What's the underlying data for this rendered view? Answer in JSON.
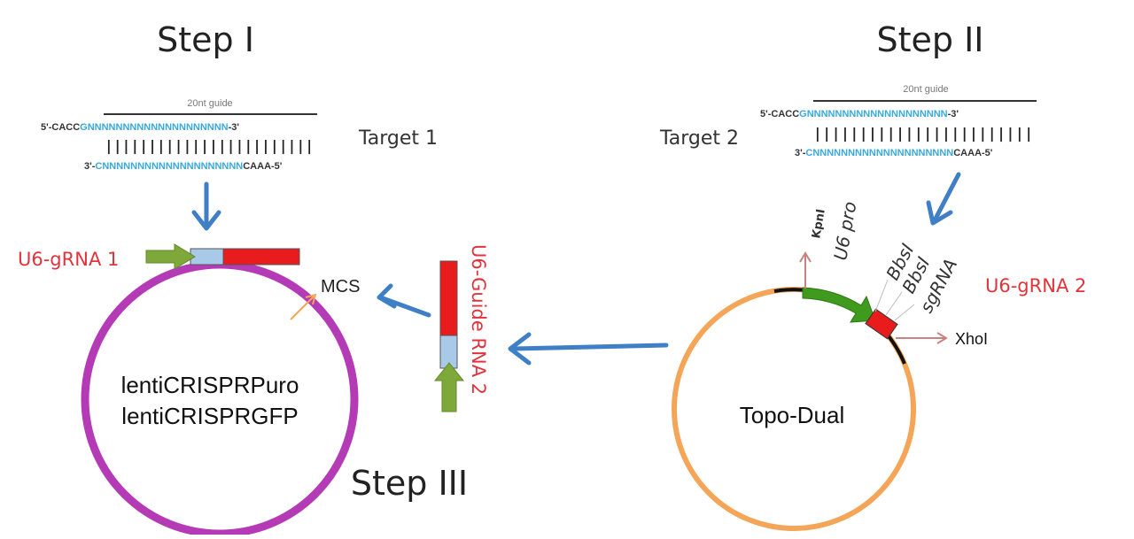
{
  "steps": {
    "step1": "Step I",
    "step2": "Step II",
    "step3": "Step III"
  },
  "left_oligo": {
    "guide_label": "20nt guide",
    "top_prefix": "5'-CACC",
    "top_guide": "GNNNNNNNNNNNNNNNNNNNN",
    "top_suffix": "-3'",
    "bottom_prefix": "3'-",
    "bottom_guide": "CNNNNNNNNNNNNNNNNNNNN",
    "bottom_suffix": "CAAA-5'",
    "pairs": "||||||||||||||||||||||||",
    "target": "Target 1"
  },
  "right_oligo": {
    "guide_label": "20nt guide",
    "top_prefix": "5'-CACC",
    "top_guide": "GNNNNNNNNNNNNNNNNNNNN",
    "top_suffix": "-3'",
    "bottom_prefix": "3'-",
    "bottom_guide": "CNNNNNNNNNNNNNNNNNNNN",
    "bottom_suffix": "CAAA-5'",
    "pairs": "||||||||||||||||||||||||",
    "target": "Target 2"
  },
  "labels": {
    "u6_grna_1": "U6-gRNA 1",
    "u6_grna_2": "U6-gRNA 2",
    "u6_guide_rna_2": "U6-Guide RNA 2",
    "mcs": "MCS",
    "kpni": "KpnI",
    "u6_pro": "U6 pro",
    "bbsi_1": "BbsI",
    "bbsi_2": "BbsI",
    "sgrna": "sgRNA",
    "xhoi": "XhoI"
  },
  "plasmids": {
    "left_name_1": "lentiCRISPRPuro",
    "left_name_2": "lentiCRISPRGFP",
    "right_name": "Topo-Dual"
  },
  "colors": {
    "magenta_plasmid": "#b43bb5",
    "orange_plasmid": "#f4a557",
    "arrow_blue": "#3f7fc6",
    "promoter_green": "#7fa83a",
    "guide_blue": "#a9c9e8",
    "scaffold_red": "#e81c1c",
    "label_red": "#e2333c",
    "sequence_blue": "#39a9dc",
    "site_arrow": "#c98282"
  }
}
